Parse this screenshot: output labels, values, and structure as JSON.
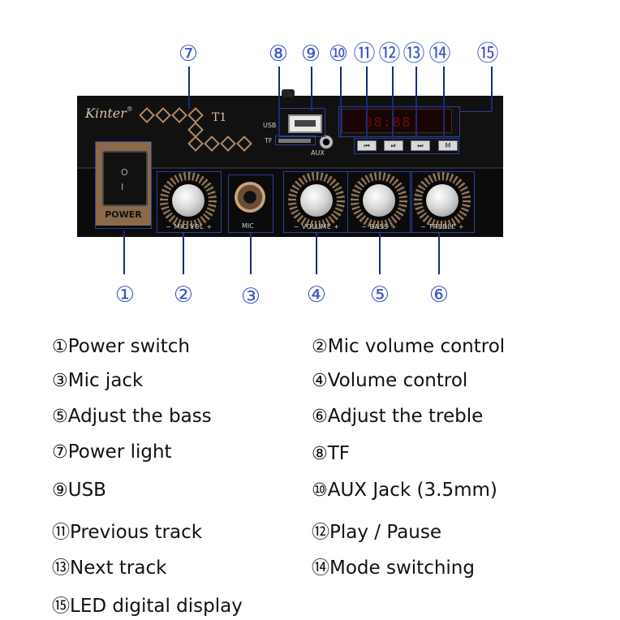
{
  "device": {
    "brand": "Kinter",
    "brand_mark": "®",
    "model": "T1",
    "power_label": "POWER",
    "power_on": "O",
    "power_off": "I",
    "usb_label": "USB",
    "tf_label": "TF",
    "aux_label": "AUX",
    "mic_label": "MIC",
    "knobs": [
      {
        "id": "mic-vol",
        "minus": "−",
        "label": "MIC VOL",
        "plus": "+"
      },
      {
        "id": "volume",
        "minus": "−",
        "label": "VOLUME",
        "plus": "+"
      },
      {
        "id": "bass",
        "minus": "−",
        "label": "BASS",
        "plus": "+"
      },
      {
        "id": "treble",
        "minus": "−",
        "label": "TREBLE",
        "plus": "+"
      }
    ],
    "buttons": [
      "⏮",
      "⏯",
      "⏭",
      "M"
    ],
    "led_text": "88:88"
  },
  "callouts": {
    "n1": "①",
    "n2": "②",
    "n3": "③",
    "n4": "④",
    "n5": "⑤",
    "n6": "⑥",
    "n7": "⑦",
    "n8": "⑧",
    "n9": "⑨",
    "n10": "⑩",
    "n11": "⑪",
    "n12": "⑫",
    "n13": "⑬",
    "n14": "⑭",
    "n15": "⑮"
  },
  "legend": [
    {
      "num": "①",
      "text": "Power switch"
    },
    {
      "num": "②",
      "text": "Mic volume control"
    },
    {
      "num": "③",
      "text": "Mic jack"
    },
    {
      "num": "④",
      "text": "Volume control"
    },
    {
      "num": "⑤",
      "text": "Adjust the bass"
    },
    {
      "num": "⑥",
      "text": "Adjust the treble"
    },
    {
      "num": "⑦",
      "text": "Power light"
    },
    {
      "num": "⑧",
      "text": "TF"
    },
    {
      "num": "⑨",
      "text": "USB"
    },
    {
      "num": "⑩",
      "text": "AUX Jack (3.5mm)"
    },
    {
      "num": "⑪",
      "text": "Previous track"
    },
    {
      "num": "⑫",
      "text": "Play / Pause"
    },
    {
      "num": "⑬",
      "text": "Next track"
    },
    {
      "num": "⑭",
      "text": "Mode switching"
    },
    {
      "num": "⑮",
      "text": "LED digital display"
    }
  ],
  "colors": {
    "callout": "#3a57c8",
    "panel": "#111111",
    "accent_bronze": "#9a7a5a"
  }
}
